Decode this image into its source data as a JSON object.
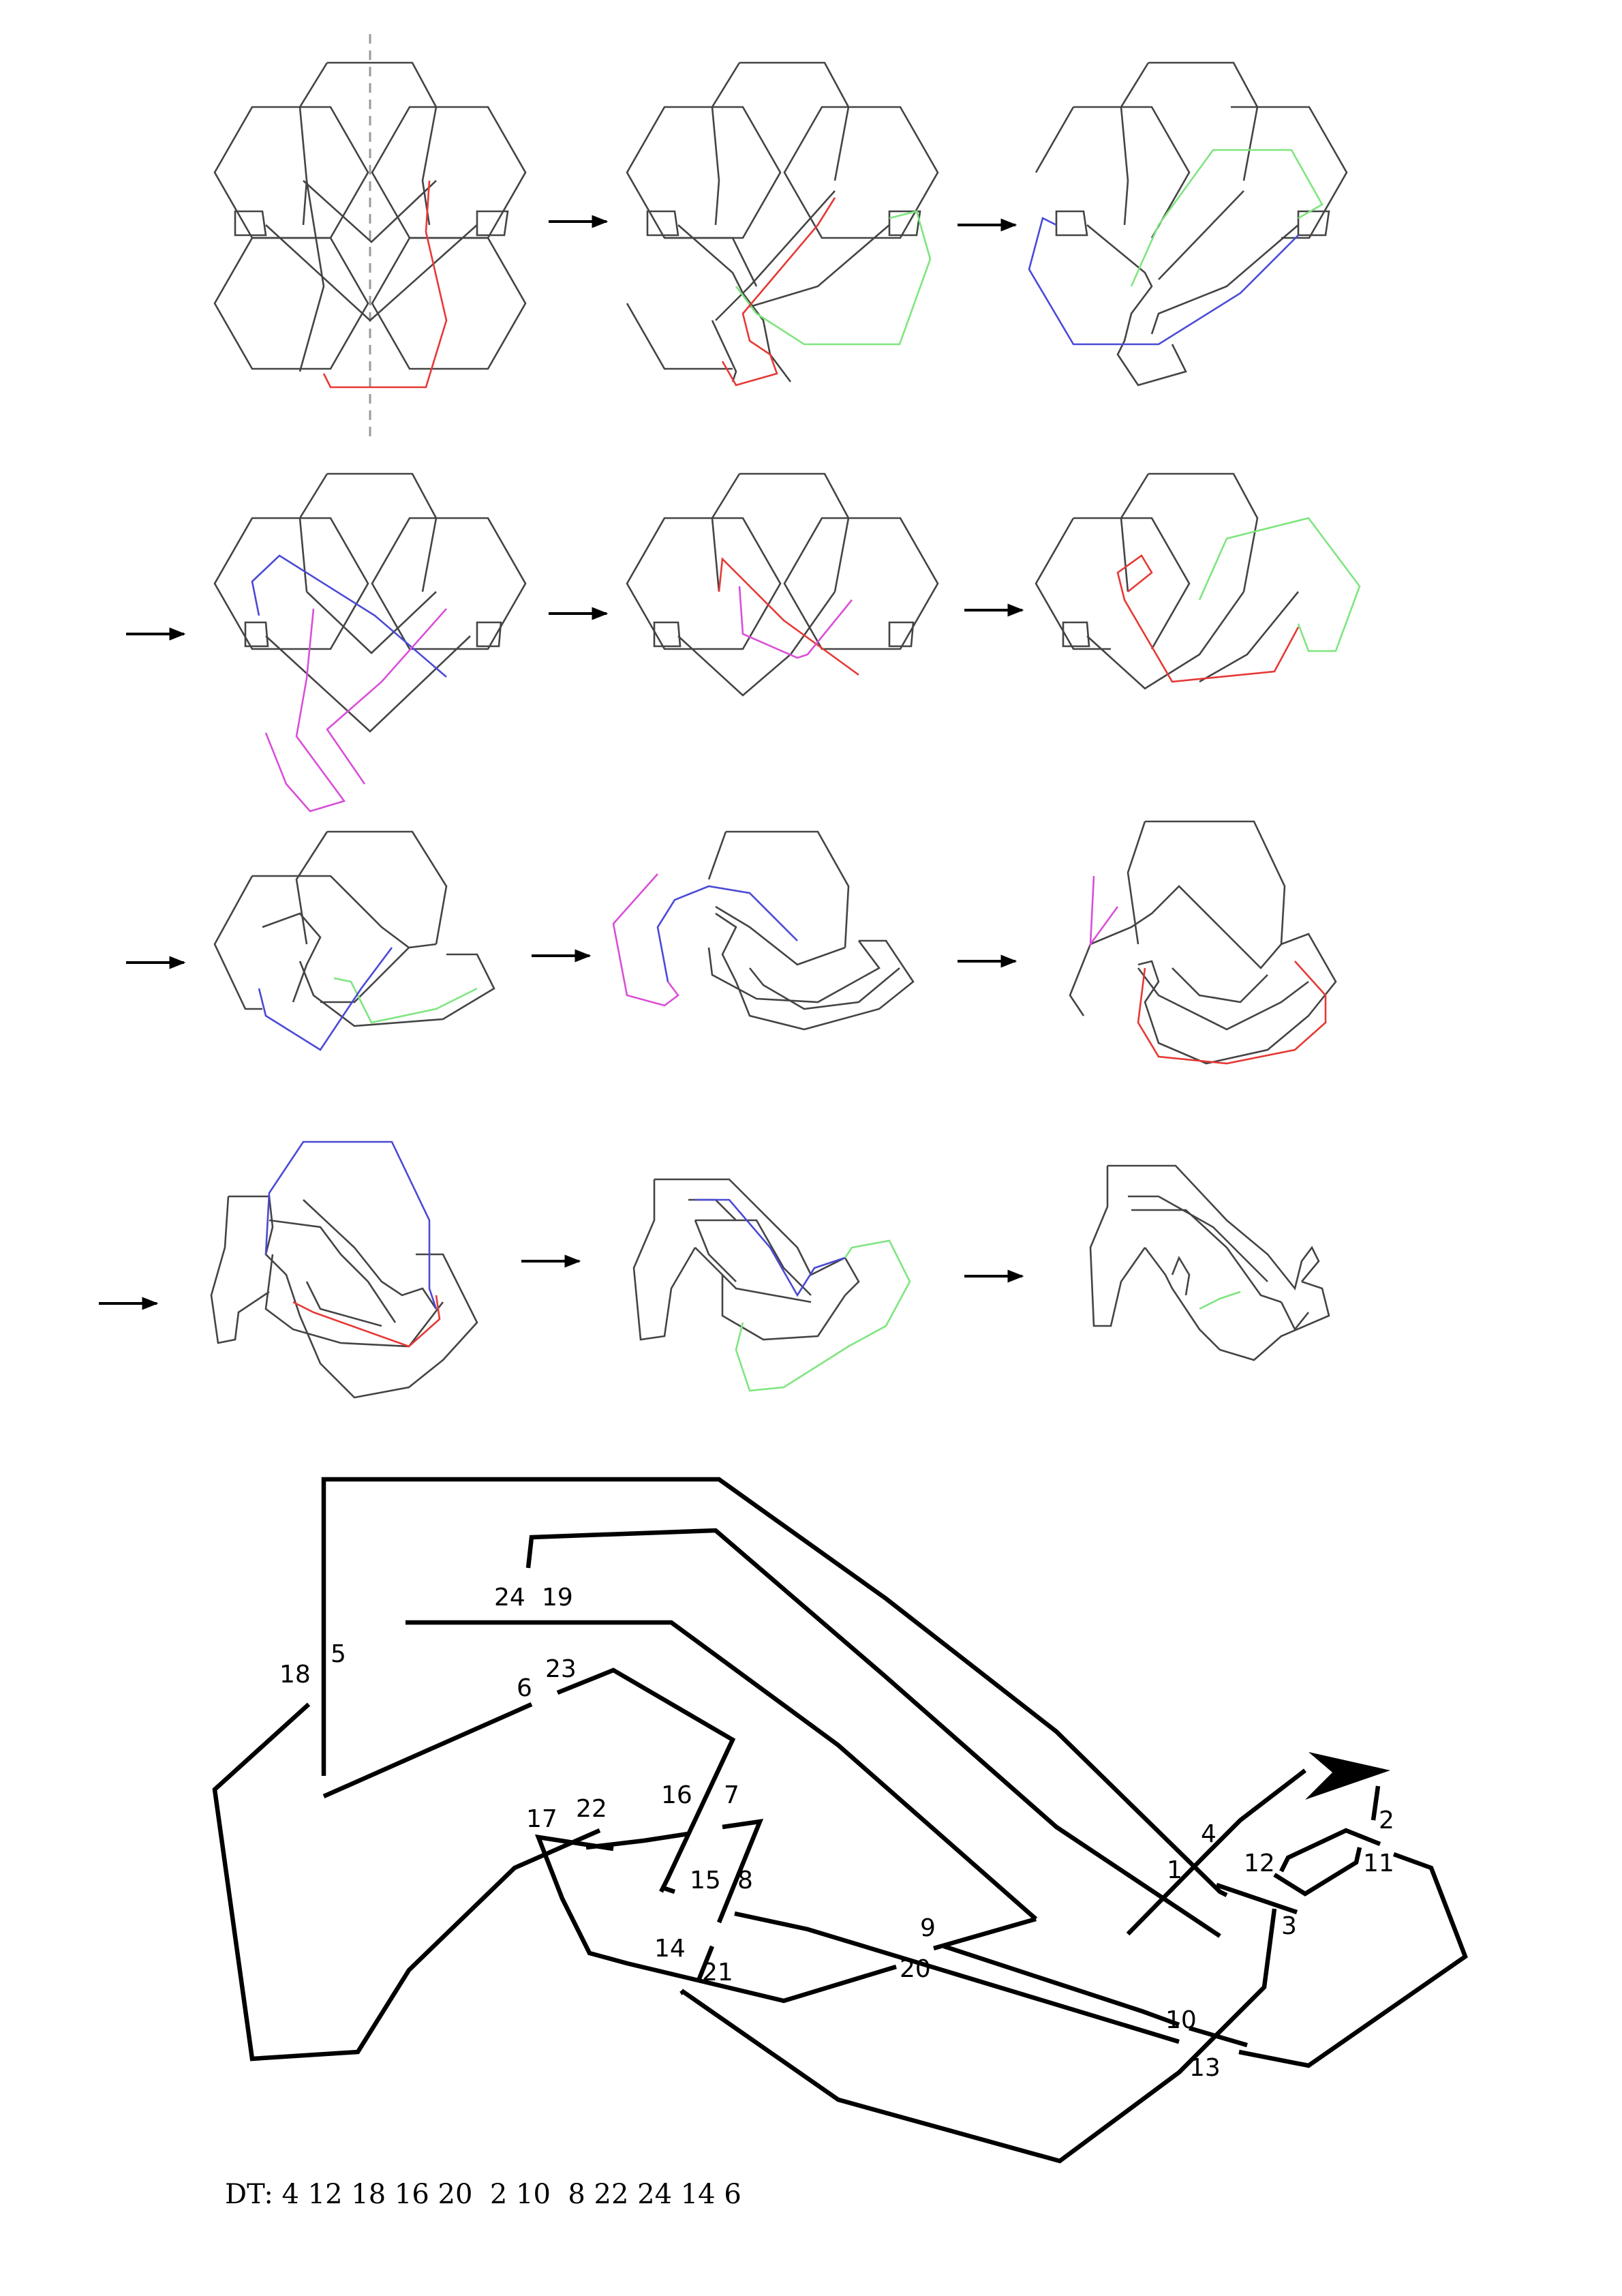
{
  "colors": {
    "strand": "#444444",
    "red": "#e53935",
    "green": "#7fe57f",
    "blue": "#4a4ad6",
    "magenta": "#d94fd9",
    "axis": "#9a9a9a",
    "diagram": "#000000"
  },
  "steps": [
    {
      "id": "step-1",
      "highlights": [
        "red"
      ],
      "has_symmetry_axis": true
    },
    {
      "id": "step-2",
      "highlights": [
        "red",
        "green"
      ]
    },
    {
      "id": "step-3",
      "highlights": [
        "blue",
        "green"
      ]
    },
    {
      "id": "step-4",
      "highlights": [
        "blue",
        "magenta"
      ]
    },
    {
      "id": "step-5",
      "highlights": [
        "red",
        "magenta"
      ]
    },
    {
      "id": "step-6",
      "highlights": [
        "red",
        "green"
      ]
    },
    {
      "id": "step-7",
      "highlights": [
        "blue",
        "green"
      ]
    },
    {
      "id": "step-8",
      "highlights": [
        "magenta",
        "blue"
      ]
    },
    {
      "id": "step-9",
      "highlights": [
        "magenta",
        "red"
      ]
    },
    {
      "id": "step-10",
      "highlights": [
        "blue",
        "red"
      ]
    },
    {
      "id": "step-11",
      "highlights": [
        "blue",
        "green"
      ]
    },
    {
      "id": "step-12",
      "highlights": [
        "green"
      ]
    }
  ],
  "arrow_icon": "right-arrow-icon",
  "crossing_labels": [
    "1",
    "2",
    "3",
    "4",
    "5",
    "6",
    "7",
    "8",
    "9",
    "10",
    "11",
    "12",
    "13",
    "14",
    "15",
    "16",
    "17",
    "18",
    "19",
    "20",
    "21",
    "22",
    "23",
    "24"
  ],
  "dt_code": "DT: 4 12 18 16 20  2 10  8 22 24 14 6"
}
